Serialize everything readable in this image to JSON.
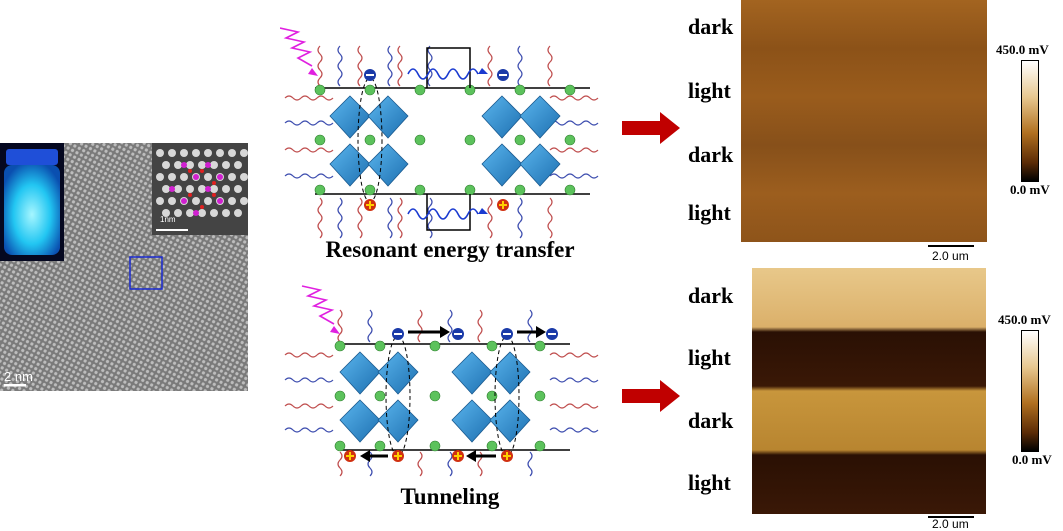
{
  "tem": {
    "scale_label": "2 nm",
    "inset_scale_label": "1nm"
  },
  "schemes": {
    "top_caption": "Resonant energy transfer",
    "bottom_caption": "Tunneling"
  },
  "afm_top": {
    "row_labels": [
      "dark",
      "light",
      "dark",
      "light"
    ],
    "colorbar_max": "450.0 mV",
    "colorbar_min": "0.0 mV",
    "scale_label": "2.0 um"
  },
  "afm_bottom": {
    "row_labels": [
      "dark",
      "light",
      "dark",
      "light"
    ],
    "colorbar_max": "450.0 mV",
    "colorbar_min": "0.0 mV",
    "scale_label": "2.0 um"
  },
  "colors": {
    "arrow_red": "#c00000",
    "octahedron_blue": "#2f8ccf",
    "photon_magenta": "#e020e0",
    "electron_blue": "#1a3aa8",
    "hole_red": "#d03010"
  }
}
